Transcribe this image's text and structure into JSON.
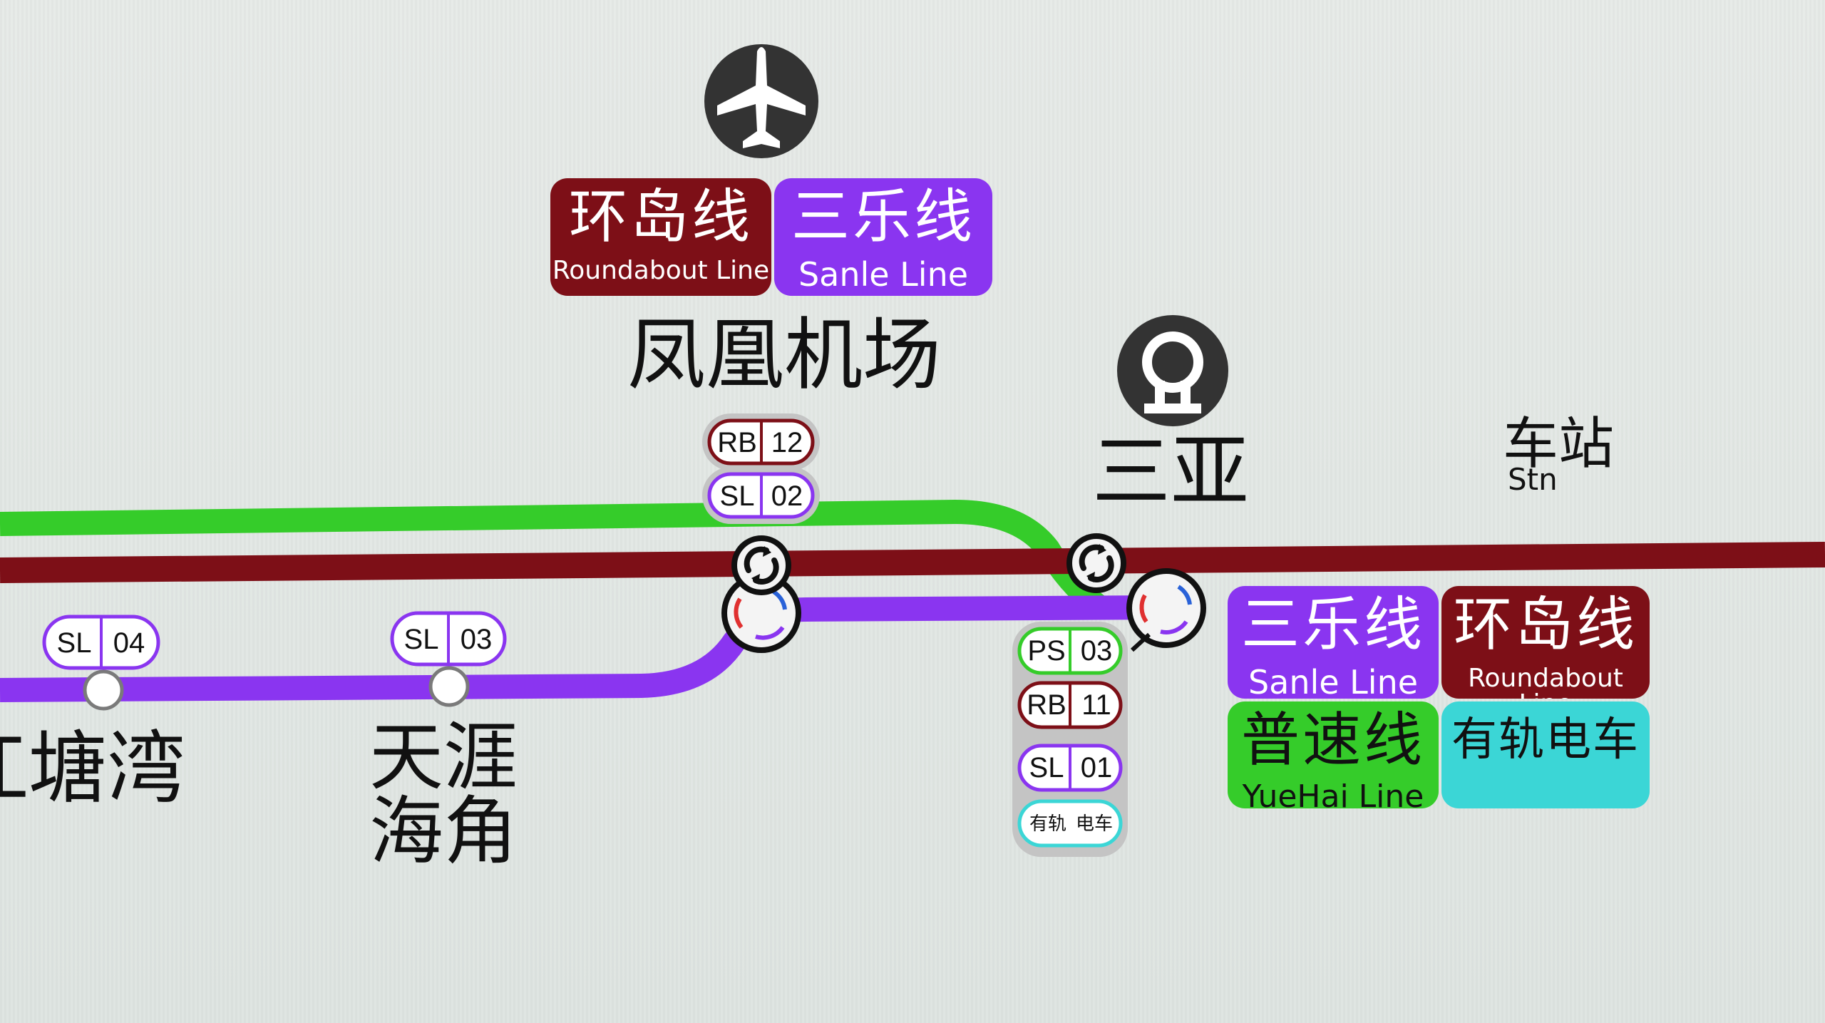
{
  "colors": {
    "roundabout": "#7d0f17",
    "sanle": "#8a35f0",
    "yuehai": "#35cc2a",
    "tram": "#3bd6d6",
    "icon": "#333333"
  },
  "icons": {
    "airport": "airplane-icon",
    "railway": "china-railway-icon",
    "interchange": "interchange-icon"
  },
  "lines": {
    "roundabout": {
      "cn": "环岛线",
      "en": "Roundabout Line"
    },
    "sanle": {
      "cn": "三乐线",
      "en": "Sanle Line"
    },
    "yuehai": {
      "cn": "普速线",
      "en": "YueHai Line"
    },
    "tram": {
      "cn": "有轨电车"
    }
  },
  "stations": {
    "fenghuang": "凤凰机场",
    "sanya": "三亚",
    "jiangtang": "江塘湾",
    "tianya": "天涯\n海角"
  },
  "legend": {
    "cn": "车站",
    "en": "Stn"
  },
  "codes": {
    "rb12": {
      "line": "RB",
      "num": "12"
    },
    "sl02": {
      "line": "SL",
      "num": "02"
    },
    "sl03": {
      "line": "SL",
      "num": "03"
    },
    "sl04": {
      "line": "SL",
      "num": "04"
    },
    "ps03": {
      "line": "PS",
      "num": "03"
    },
    "rb11": {
      "line": "RB",
      "num": "11"
    },
    "sl01": {
      "line": "SL",
      "num": "01"
    },
    "tram": {
      "a": "有轨",
      "b": "电车"
    }
  }
}
